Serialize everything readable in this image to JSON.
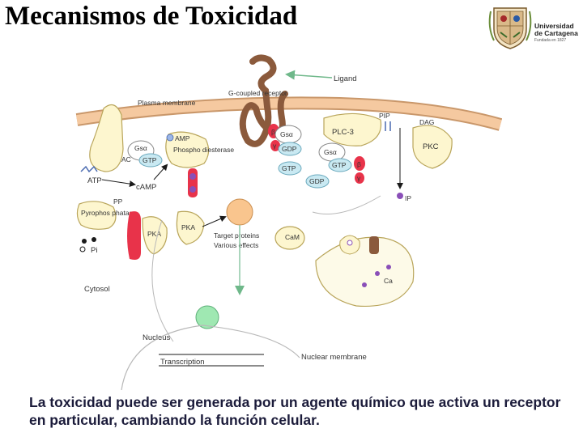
{
  "title": "Mecanismos de Toxicidad",
  "logo": {
    "line1": "Universidad",
    "line2": "de Cartagena",
    "line3": "Fundada en 1827"
  },
  "diagram": {
    "labels": {
      "ligand": "Ligand",
      "g_coupled_receptor": "G-coupled receptor",
      "plasma_membrane": "Plasma membrane",
      "amp": "AMP",
      "phosphodiesterase": "Phospho diesterase",
      "gsa_left": "Gsα",
      "ac": "AC",
      "gtp_left": "GTP",
      "atp": "ATP",
      "camp": "cAMP",
      "pp": "PP",
      "phosphatase": "Pyrophos phatase",
      "pi": "Pi",
      "pka": "PKA",
      "target_proteins": "Target proteins",
      "various_effects": "Various effects",
      "beta_top": "β",
      "gamma_top": "γ",
      "gsa_mid": "Gsα",
      "gdp_mid": "GDP",
      "gtp_mid": "GTP",
      "plc": "PLC-3",
      "gsa_right": "Gsα",
      "gtp_right": "GTP",
      "gdp_right": "GDP",
      "beta_right": "β",
      "gamma_right": "γ",
      "pip2": "PIP",
      "dag": "DAG",
      "pkc": "PKC",
      "ip3": "IP",
      "ca_in": "Ca",
      "ca_cam": "CaM",
      "cytosol": "Cytosol",
      "nucleus": "Nucleus",
      "transcription": "Transcription",
      "nuclear_membrane": "Nuclear membrane"
    }
  },
  "caption": "La toxicidad puede ser generada por un agente químico que activa un receptor en particular, cambiando la función celular.",
  "colors": {
    "membrane": "#f5c9a0",
    "membrane_edge": "#c9976a",
    "receptor": "#8b5a3c",
    "enzyme_fill": "#fdf6cf",
    "enzyme_edge": "#b9a55a",
    "g_alpha": "#ffffff",
    "beta_gamma": "#e8334a",
    "gtp_fill": "#c9e9f2",
    "arrow": "#8fc9a7",
    "purple": "#8a4fb8",
    "nucleus_circle": "#9fe8b2",
    "target": "#f9c58e",
    "er_fill": "#fdfae8",
    "caption": "#1b1b3a"
  }
}
